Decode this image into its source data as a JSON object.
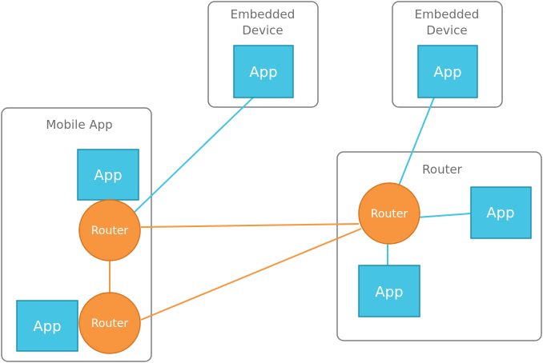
{
  "colors": {
    "container_stroke": "#7f7f7f",
    "app_fill": "#45c4e4",
    "app_stroke": "#1e8fb0",
    "router_fill": "#f7963f",
    "router_stroke": "#d9741f",
    "blue_link": "#45c4e4",
    "orange_link": "#f7963f"
  },
  "containers": {
    "device1": {
      "label_line1": "Embedded",
      "label_line2": "Device"
    },
    "device2": {
      "label_line1": "Embedded",
      "label_line2": "Device"
    },
    "mobile": {
      "label": "Mobile App"
    },
    "router_box": {
      "label": "Router"
    }
  },
  "apps": {
    "device1_app": "App",
    "device2_app": "App",
    "mobile_app_top": "App",
    "mobile_app_bottom": "App",
    "router_app_right": "App",
    "router_app_bottom": "App"
  },
  "routers": {
    "mobile_router_top": "Router",
    "mobile_router_bottom": "Router",
    "router_box_router": "Router"
  }
}
